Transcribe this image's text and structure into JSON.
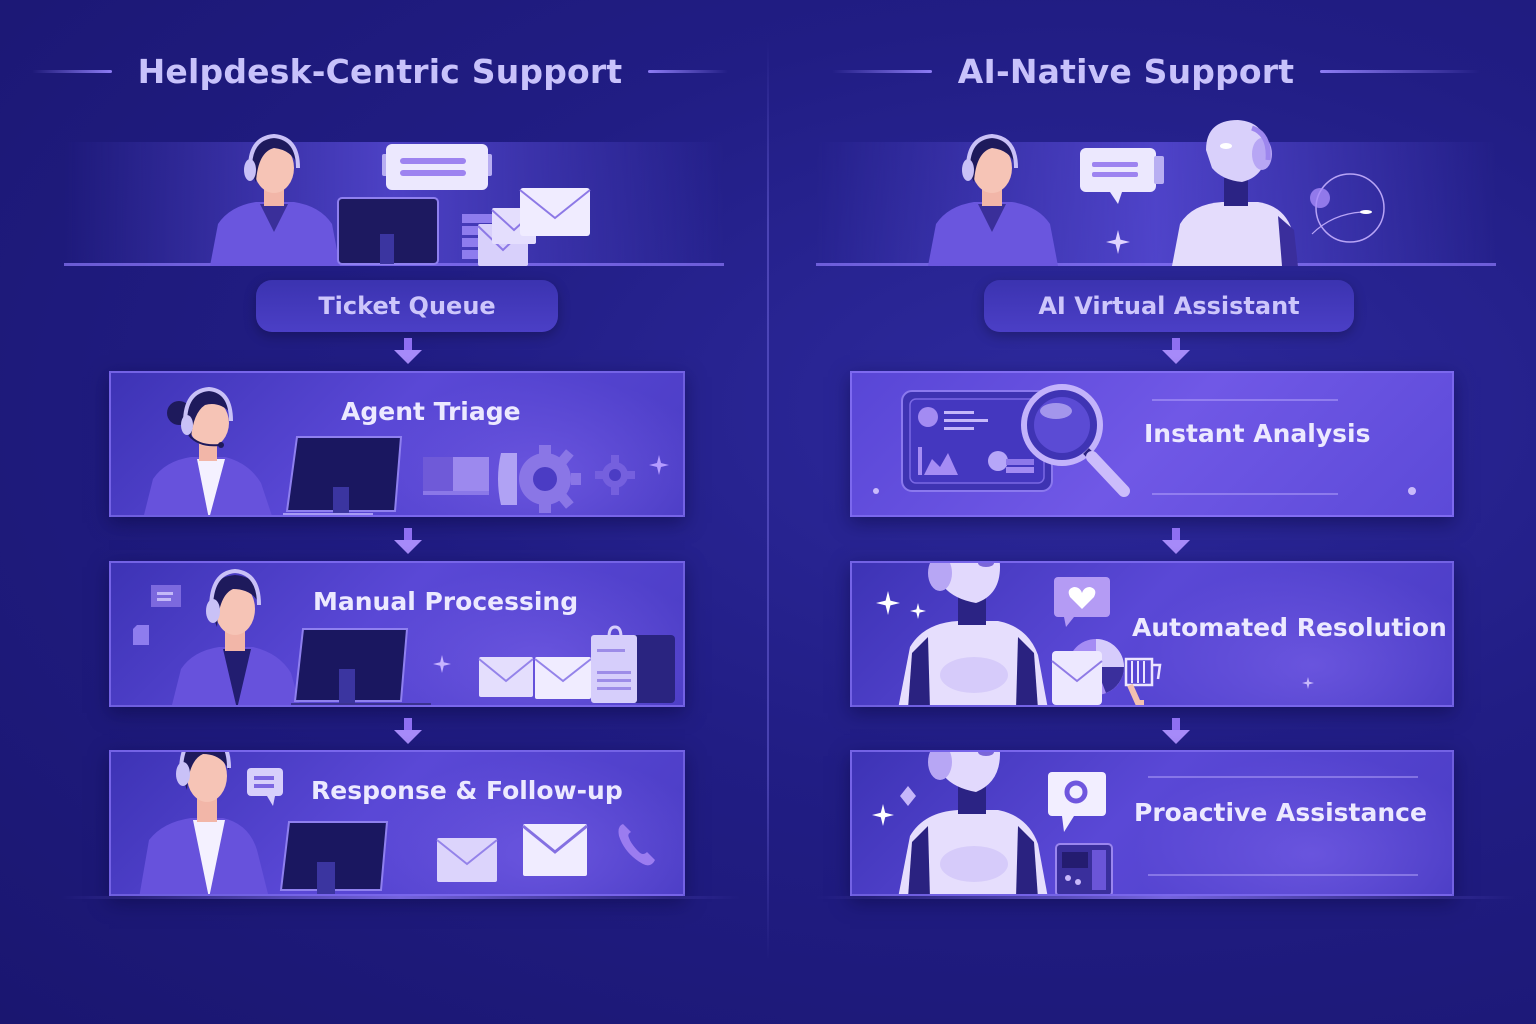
{
  "left": {
    "title": "Helpdesk-Centric Support",
    "entry": "Ticket Queue",
    "stages": [
      {
        "label": "Agent Triage",
        "icons": [
          "human-agent-icon",
          "monitor-icon",
          "folder-icon",
          "gear-icon",
          "gear-small-icon"
        ]
      },
      {
        "label": "Manual Processing",
        "icons": [
          "human-agent-icon",
          "monitor-icon",
          "envelope-icon",
          "envelope-icon",
          "document-icon",
          "chat-icon"
        ]
      },
      {
        "label": "Response & Follow-up",
        "icons": [
          "human-agent-icon",
          "monitor-icon",
          "chat-icon",
          "envelope-icon",
          "envelope-icon",
          "phone-icon"
        ]
      }
    ],
    "hero_icons": [
      "human-agent-icon",
      "monitor-icon",
      "chat-bubble-icon",
      "envelope-icon",
      "envelope-icon"
    ]
  },
  "right": {
    "title": "AI-Native Support",
    "entry": "AI Virtual Assistant",
    "stages": [
      {
        "label": "Instant Analysis",
        "icons": [
          "dashboard-icon",
          "magnifier-icon"
        ]
      },
      {
        "label": "Automated Resolution",
        "icons": [
          "robot-agent-icon",
          "heart-chat-icon",
          "pie-chart-icon",
          "envelope-icon",
          "cart-icon",
          "sparkle-icon"
        ]
      },
      {
        "label": "Proactive Assistance",
        "icons": [
          "robot-agent-icon",
          "location-chat-icon",
          "tablet-icon",
          "sparkle-icon"
        ]
      }
    ],
    "hero_icons": [
      "human-agent-icon",
      "robot-agent-icon",
      "chat-bubble-icon",
      "orbit-icon",
      "sparkle-icon"
    ]
  },
  "colors": {
    "background": "#211d84",
    "panel": "#5a48d6",
    "title_text": "#c8c2fb",
    "accent": "#8d7cf5",
    "label_text": "#ece9ff"
  }
}
